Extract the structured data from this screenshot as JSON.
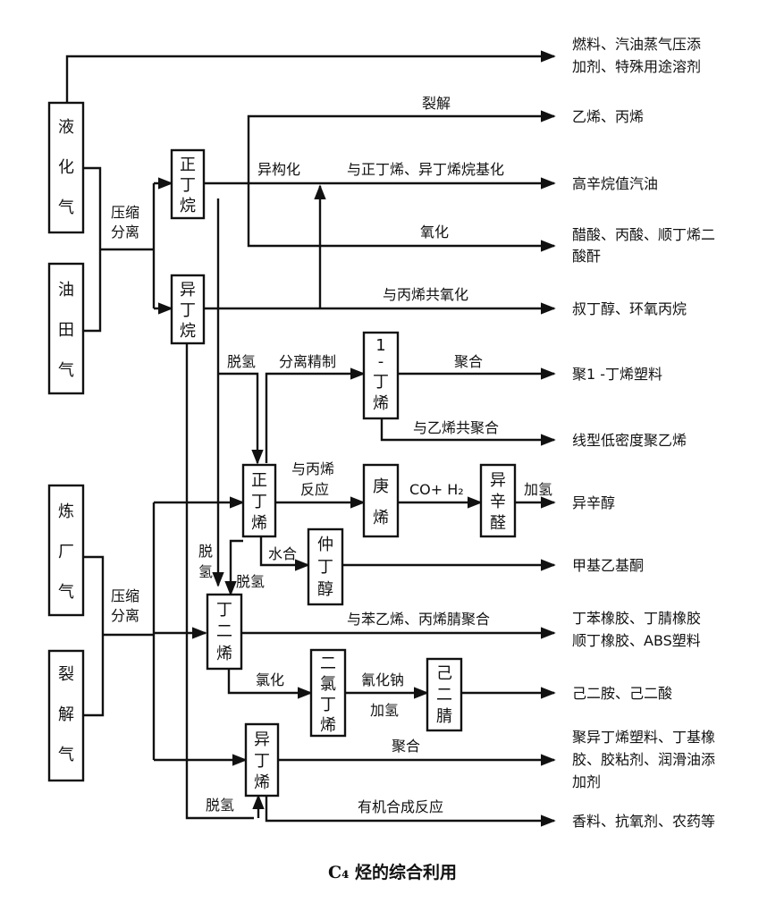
{
  "caption": "C₄ 烃的综合利用",
  "sources": {
    "lpg": [
      "液",
      "化",
      "气"
    ],
    "oilfield": [
      "油",
      "田",
      "气"
    ],
    "refinery": [
      "炼",
      "厂",
      "气"
    ],
    "cracking": [
      "裂",
      "解",
      "气"
    ]
  },
  "nodes": {
    "n_butane": [
      "正",
      "丁",
      "烷"
    ],
    "i_butane": [
      "异",
      "丁",
      "烷"
    ],
    "butene1": [
      "1",
      "-",
      "丁",
      "烯"
    ],
    "n_butene": [
      "正",
      "丁",
      "烯"
    ],
    "heptene": [
      "庚",
      "烯"
    ],
    "isooctanal": [
      "异",
      "辛",
      "醛"
    ],
    "sec_butanol": [
      "仲",
      "丁",
      "醇"
    ],
    "butadiene": [
      "丁",
      "二",
      "烯"
    ],
    "dichlorobutene": [
      "二",
      "氯",
      "丁",
      "烯"
    ],
    "adiponitrile": [
      "己",
      "二",
      "腈"
    ],
    "isobutene": [
      "异",
      "丁",
      "烯"
    ]
  },
  "labels": {
    "compress_sep_1": [
      "压缩",
      "分离"
    ],
    "compress_sep_2": [
      "压缩",
      "分离"
    ],
    "cracking": "裂解",
    "isomerization": "异构化",
    "alkylation": "与正丁烯、异丁烯烷基化",
    "oxidation": "氧化",
    "co_oxidation": "与丙烯共氧化",
    "dehydrogenation_1": "脱氢",
    "separation_refining": "分离精制",
    "polymerization_1": "聚合",
    "copolymerization_ethylene": "与乙烯共聚合",
    "react_propylene": [
      "与丙烯",
      "反应"
    ],
    "co_h2": "CO+ H₂",
    "hydrogenation_1": "加氢",
    "dehydrogenation_2": [
      "脱",
      "氢"
    ],
    "hydration": "水合",
    "dehydrogenation_3": "脱氢",
    "styrene_acrylonitrile": "与苯乙烯、丙烯腈聚合",
    "chlorination": "氯化",
    "sodium_cyanide": "氰化钠",
    "hydrogenation_2": "加氢",
    "polymerization_2": "聚合",
    "dehydrogenation_4": "脱氢",
    "organic_synthesis": "有机合成反应"
  },
  "outputs": {
    "fuel": [
      "燃料、汽油蒸气压添",
      "加剂、特殊用途溶剂"
    ],
    "ethylene_propylene": "乙烯、丙烯",
    "high_octane": "高辛烷值汽油",
    "acids": [
      "醋酸、丙酸、顺丁烯二",
      "酸酐"
    ],
    "tba_po": "叔丁醇、环氧丙烷",
    "poly_1_butene": "聚1 -丁烯塑料",
    "lldpe": "线型低密度聚乙烯",
    "isooctanol": "异辛醇",
    "mek": "甲基乙基酮",
    "rubbers": [
      "丁苯橡胶、丁腈橡胶",
      "顺丁橡胶、ABS塑料"
    ],
    "hexamethylenediamine": "己二胺、己二酸",
    "polyisobutylene": [
      "聚异丁烯塑料、丁基橡",
      "胶、胶粘剂、润滑油添",
      "加剂"
    ],
    "fragrance": "香料、抗氧剂、农药等"
  }
}
